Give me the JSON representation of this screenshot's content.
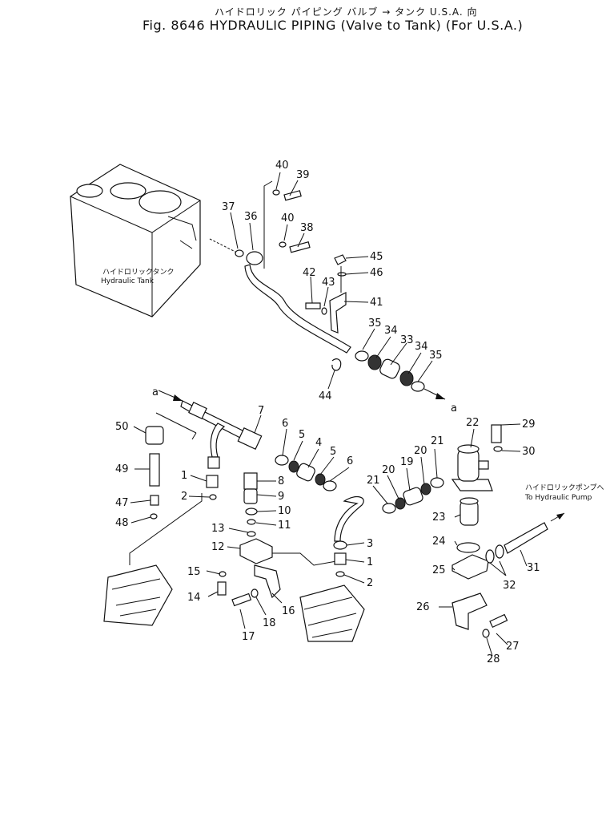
{
  "title_jp": "ハイドロリック パイピング バルブ → タンク U.S.A. 向",
  "title_en": "Fig. 8646 HYDRAULIC PIPING (Valve to Tank) (For U.S.A.)",
  "labels": {
    "tank_jp": "ハイドロリックタンク",
    "tank_en": "Hydraulic Tank",
    "pump_jp": "ハイドロリックポンプへ",
    "pump_en": "To Hydraulic Pump",
    "ref_a_top": "a",
    "ref_a_bottom": "a"
  },
  "callouts": [
    "40",
    "39",
    "37",
    "36",
    "40",
    "38",
    "45",
    "46",
    "42",
    "43",
    "41",
    "35",
    "34",
    "33",
    "34",
    "35",
    "44",
    "50",
    "49",
    "47",
    "48",
    "7",
    "6",
    "5",
    "4",
    "5",
    "6",
    "1",
    "2",
    "8",
    "9",
    "10",
    "11",
    "13",
    "12",
    "15",
    "14",
    "16",
    "18",
    "17",
    "3",
    "1",
    "2",
    "21",
    "20",
    "19",
    "20",
    "21",
    "22",
    "29",
    "30",
    "23",
    "24",
    "25",
    "31",
    "32",
    "26",
    "27",
    "28"
  ]
}
